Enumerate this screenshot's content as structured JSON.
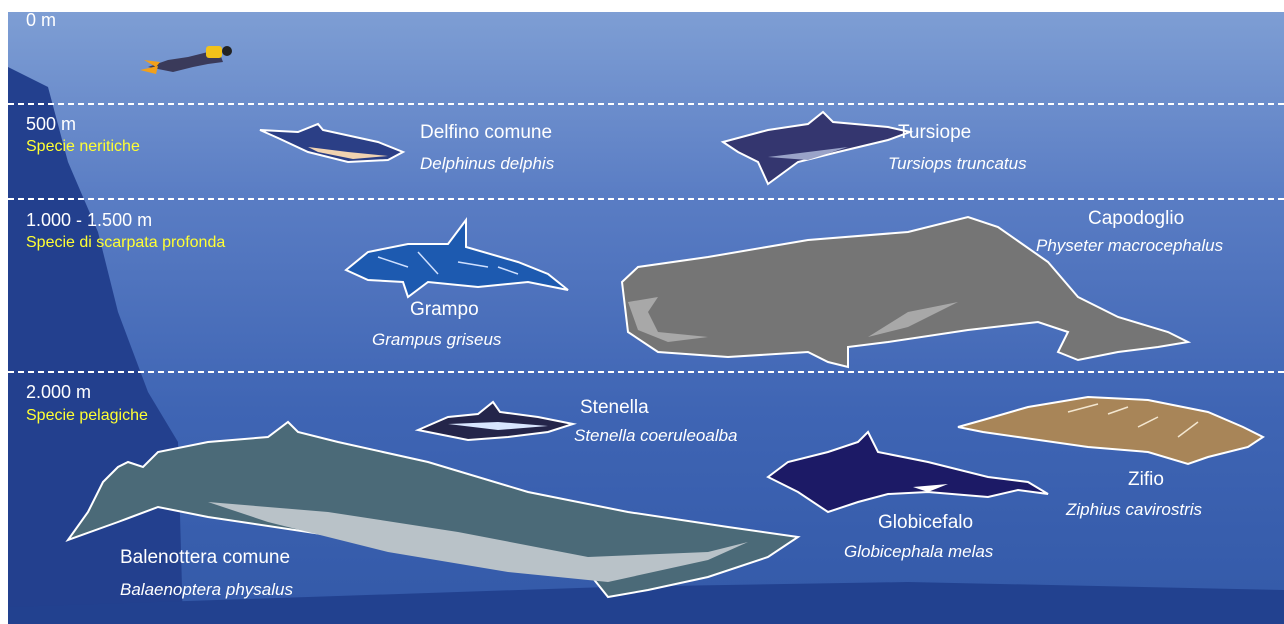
{
  "depths": [
    {
      "depth": "0 m",
      "zone": ""
    },
    {
      "depth": "500 m",
      "zone": "Specie neritiche"
    },
    {
      "depth": "1.000 - 1.500 m",
      "zone": "Specie di scarpata profonda"
    },
    {
      "depth": "2.000 m",
      "zone": "Specie pelagiche"
    }
  ],
  "species": [
    {
      "common": "Delfino comune",
      "scientific": "Delphinus delphis"
    },
    {
      "common": "Tursiope",
      "scientific": "Tursiops truncatus"
    },
    {
      "common": "Capodoglio",
      "scientific": "Physeter macrocephalus"
    },
    {
      "common": "Grampo",
      "scientific": "Grampus griseus"
    },
    {
      "common": "Stenella",
      "scientific": "Stenella coeruleoalba"
    },
    {
      "common": "Zifio",
      "scientific": "Ziphius cavirostris"
    },
    {
      "common": "Globicefalo",
      "scientific": "Globicephala melas"
    },
    {
      "common": "Balenottera comune",
      "scientific": "Balaenoptera physalus"
    }
  ],
  "colors": {
    "surface": "#7d9bd2",
    "deep": "#2c4c9a",
    "shelf": "#233e8b",
    "zone_label": "#ffff33"
  }
}
